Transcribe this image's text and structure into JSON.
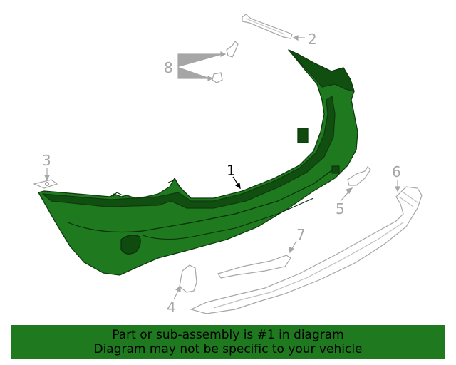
{
  "colors": {
    "highlight": "#1f7a1f",
    "highlight_dark": "#0f4a0f",
    "other_parts": "#a6a6a6",
    "banner": "#1f7a1f"
  },
  "callouts": {
    "c1": "1",
    "c2": "2",
    "c3": "3",
    "c4": "4",
    "c5": "5",
    "c6": "6",
    "c7": "7",
    "c8": "8"
  },
  "banner": {
    "line1": "Part or sub-assembly is #1 in diagram",
    "line2": "Diagram may not be specific to your vehicle"
  }
}
